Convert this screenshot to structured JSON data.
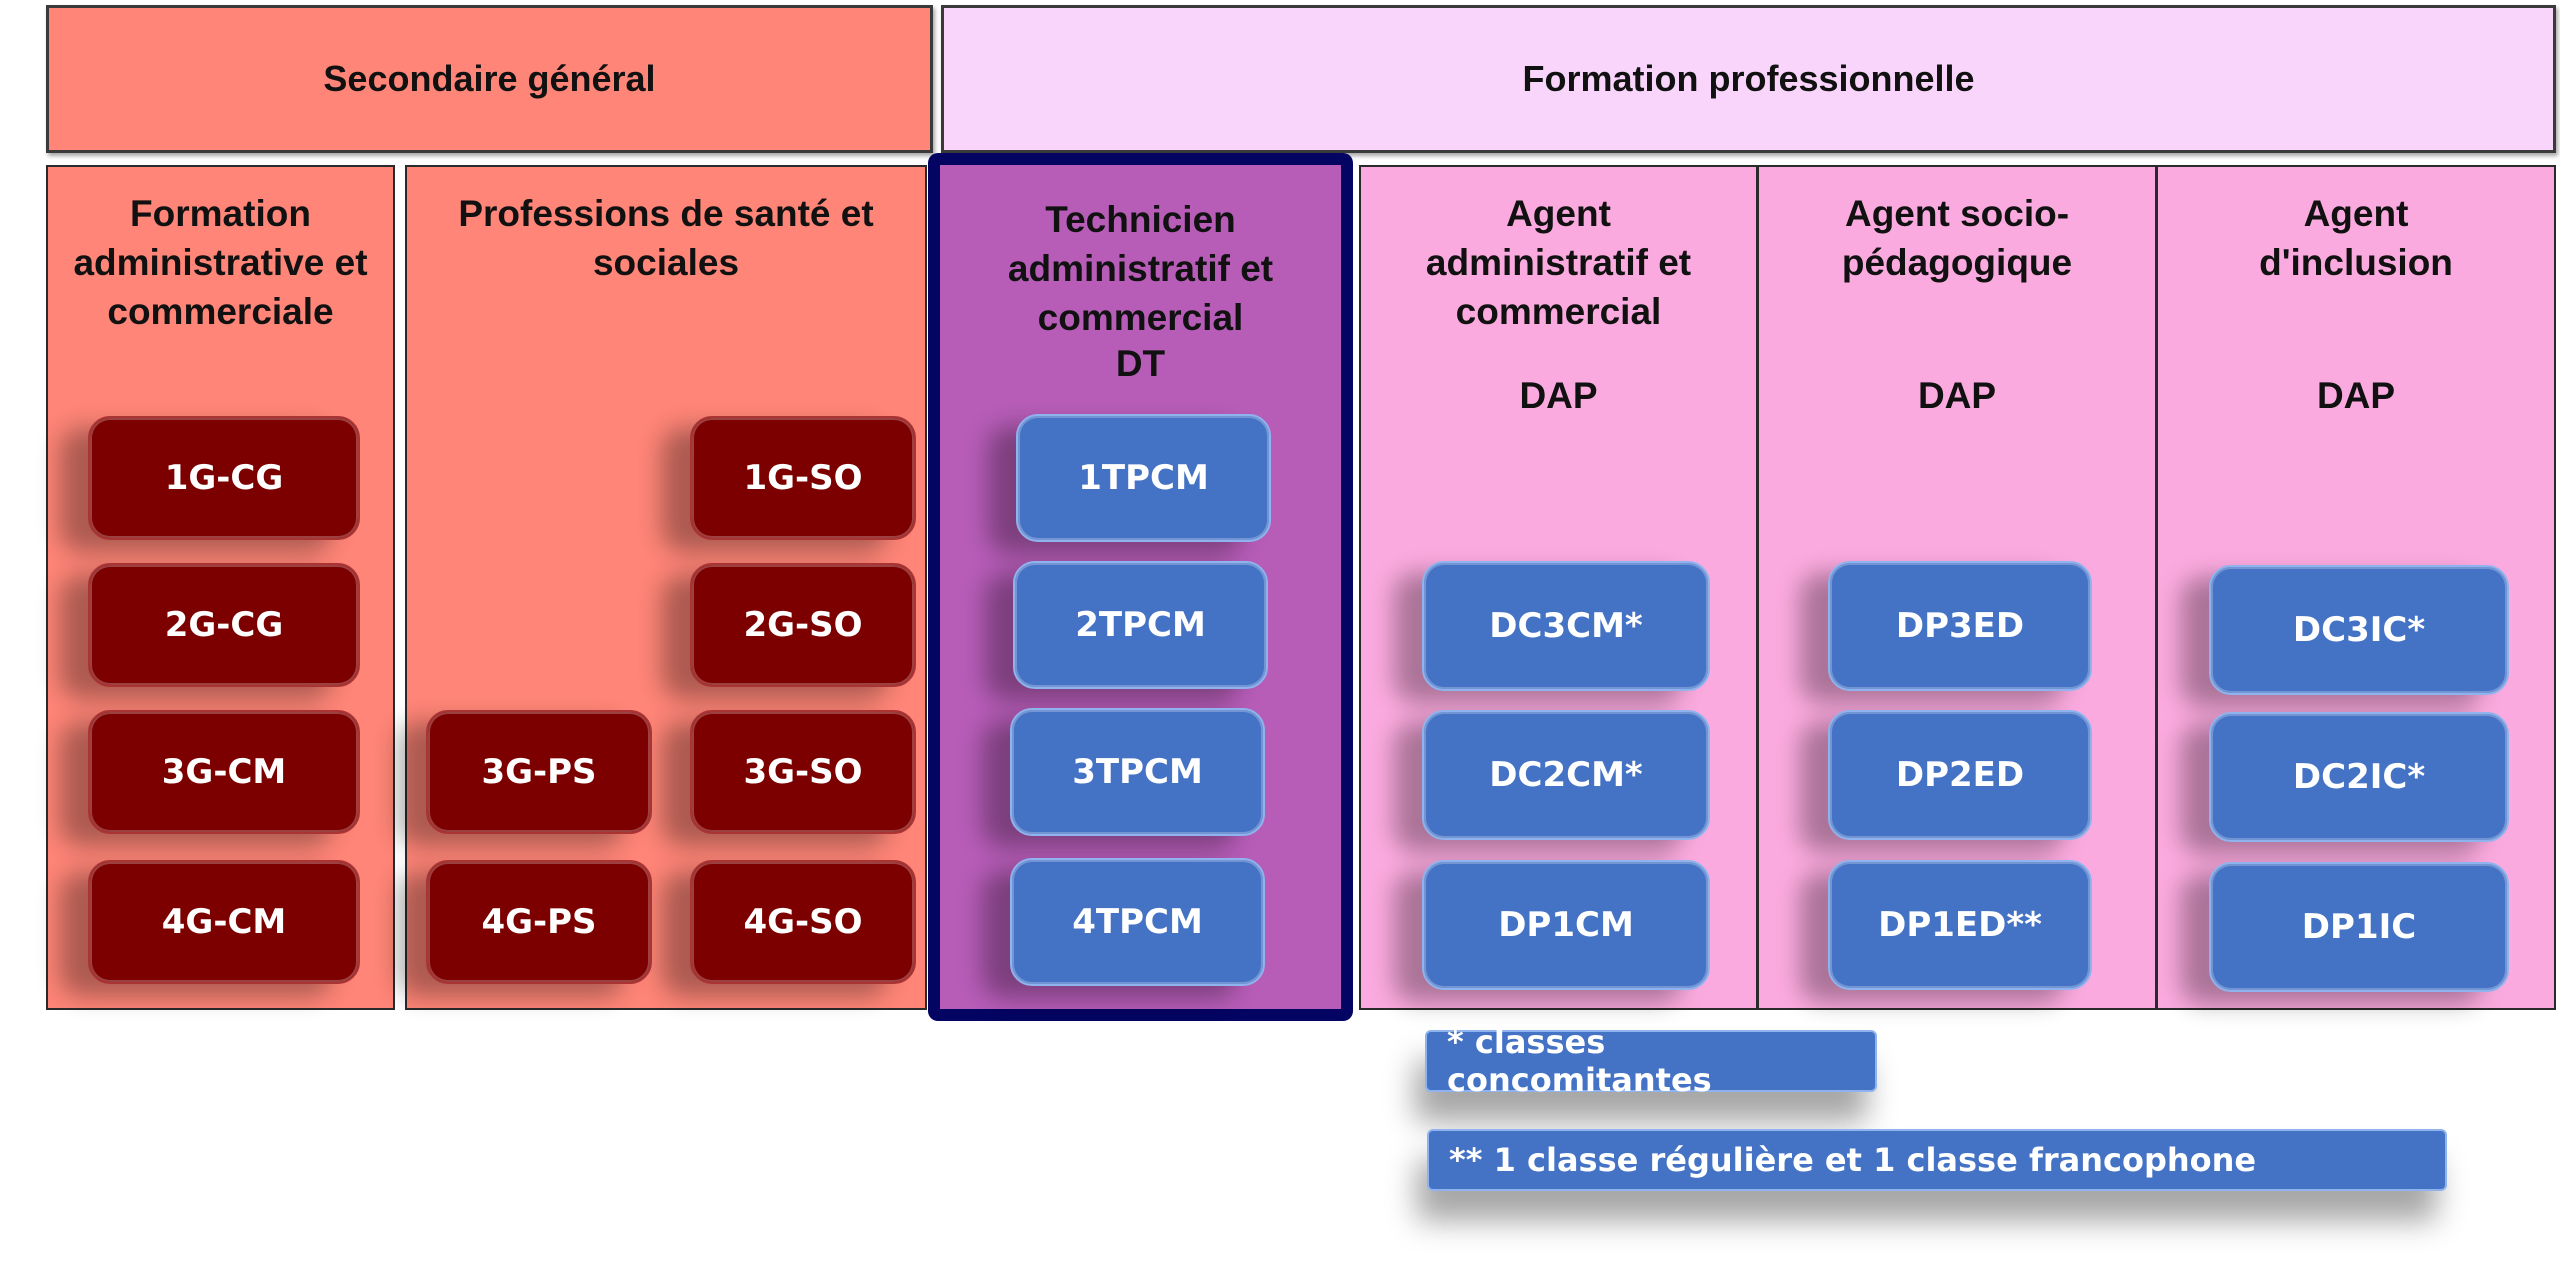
{
  "headers": {
    "secondaire": "Secondaire général",
    "professionnelle": "Formation professionnelle"
  },
  "columns": [
    {
      "title": "Formation administrative et commerciale",
      "subtitle": "",
      "classes": [
        "1G-CG",
        "2G-CG",
        "3G-CM",
        "4G-CM"
      ]
    },
    {
      "title": "Professions de santé et sociales",
      "subtitle": "",
      "classes_ps": [
        "3G-PS",
        "4G-PS"
      ],
      "classes_so": [
        "1G-SO",
        "2G-SO",
        "3G-SO",
        "4G-SO"
      ]
    },
    {
      "title": "Technicien administratif et commercial",
      "subtitle": "DT",
      "classes": [
        "1TPCM",
        "2TPCM",
        "3TPCM",
        "4TPCM"
      ]
    },
    {
      "title": "Agent administratif et commercial",
      "subtitle": "DAP",
      "classes": [
        "DC3CM*",
        "DC2CM*",
        "DP1CM"
      ]
    },
    {
      "title": "Agent socio-pédagogique",
      "subtitle": "DAP",
      "classes": [
        "DP3ED",
        "DP2ED",
        "DP1ED**"
      ]
    },
    {
      "title": "Agent d'inclusion",
      "subtitle": "DAP",
      "classes": [
        "DC3IC*",
        "DC2IC*",
        "DP1IC"
      ]
    }
  ],
  "legend": [
    "* classes concomitantes",
    "** 1 classe régulière et 1 classe francophone"
  ],
  "colors": {
    "secondaire": "#fe8577",
    "professionnelle_header": "#f9d5fb",
    "dt_column": "#b75db8",
    "dt_border": "#040462",
    "dap_column": "#fbaadf",
    "red_class": "#7c0000",
    "blue_class": "#4472c4"
  }
}
